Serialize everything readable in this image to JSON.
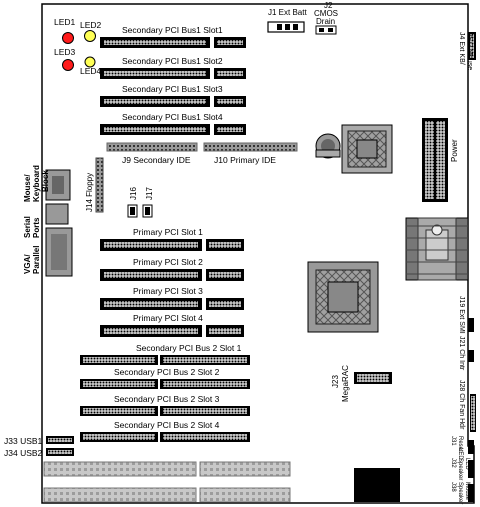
{
  "labels": {
    "led1": "LED1",
    "led2": "LED2",
    "led3": "LED3",
    "led4": "LED4",
    "sec_bus1_slot1": "Secondary PCI Bus1 Slot1",
    "sec_bus1_slot2": "Secondary PCI Bus1 Slot2",
    "sec_bus1_slot3": "Secondary PCI Bus1 Slot3",
    "sec_bus1_slot4": "Secondary PCI Bus1 Slot4",
    "j1_ext_batt": "J1 Ext Batt",
    "j2": "J2",
    "cmos": "CMOS",
    "drain": "Drain",
    "j4_ext_kb": "J4 Ext KB/",
    "ps2_mouse": "PS/2 Mouse",
    "j9_secondary_ide": "J9 Secondary IDE",
    "j10_primary_ide": "J10 Primary IDE",
    "power": "Power",
    "mouse_keyboard_block": [
      "Mouse/",
      "Keyboard",
      "Block"
    ],
    "j14_floppy": "J14 Floppy",
    "j16": "J16",
    "j17": "J17",
    "serial_ports": [
      "Serial",
      "Ports"
    ],
    "vga_parallel": [
      "VGA/",
      "Parallel"
    ],
    "primary_slot1": "Primary PCI Slot 1",
    "primary_slot2": "Primary PCI Slot 2",
    "primary_slot3": "Primary PCI Slot 3",
    "primary_slot4": "Primary PCI Slot 4",
    "j19_ext_smi": "J19 Ext SMI",
    "j21_ch_intr": "J21 Ch Intr",
    "sec_bus2_slot1": "Secondary PCI Bus 2 Slot 1",
    "sec_bus2_slot2": "Secondary PCI Bus 2 Slot 2",
    "sec_bus2_slot3": "Secondary PCI Bus 2 Slot 3",
    "sec_bus2_slot4": "Secondary PCI Bus 2 Slot 4",
    "j23": "J23",
    "megarac": "MegaRAC",
    "j28_ch_fan_hdr": "J28 Ch Fan Hdr",
    "j33_usb1": "J33 USB1",
    "j34_usb2": "J34 USB2",
    "j31": "J31",
    "j31_sub": "Reset",
    "j31_sub2": "LED",
    "j32": "J32",
    "j32_sub": "Speaker",
    "j32_sub2": "LED",
    "j38": "J38",
    "j38_sub": "Speaker",
    "j38_sub2": "Mouse"
  },
  "colors": {
    "led_red": "#ff1a1a",
    "led_yellow": "#ffff55",
    "slot_fill": "#000000",
    "gray": "#b8b8b8",
    "dark_gray": "#808080"
  }
}
